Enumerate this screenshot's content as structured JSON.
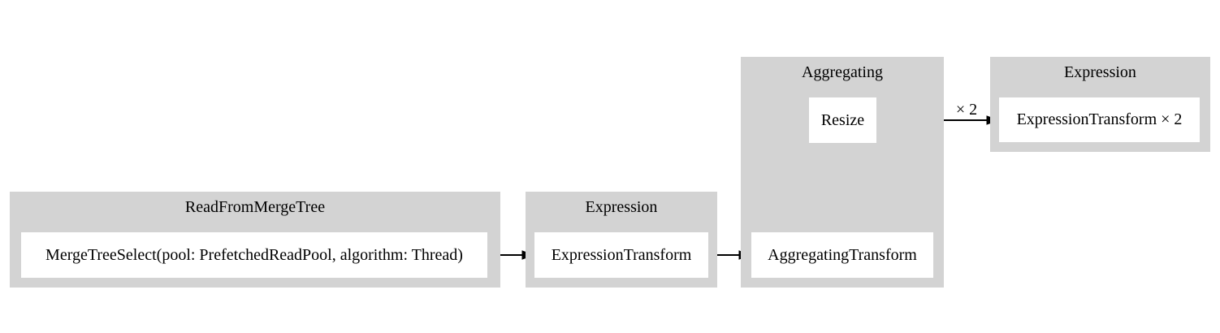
{
  "colors": {
    "background": "#ffffff",
    "cluster_fill": "#d3d3d3",
    "node_fill": "#ffffff",
    "text": "#000000",
    "edge": "#000000"
  },
  "clusters": [
    {
      "title": "ReadFromMergeTree",
      "nodes": [
        {
          "label": "MergeTreeSelect(pool: PrefetchedReadPool, algorithm: Thread)"
        }
      ]
    },
    {
      "title": "Expression",
      "nodes": [
        {
          "label": "ExpressionTransform"
        }
      ]
    },
    {
      "title": "Aggregating",
      "nodes": [
        {
          "label": "Resize"
        },
        {
          "label": "AggregatingTransform"
        }
      ]
    },
    {
      "title": "Expression",
      "nodes": [
        {
          "label": "ExpressionTransform × 2"
        }
      ]
    }
  ],
  "edges": [
    {
      "from": "MergeTreeSelect(pool: PrefetchedReadPool, algorithm: Thread)",
      "to": "ExpressionTransform",
      "label": ""
    },
    {
      "from": "ExpressionTransform",
      "to": "AggregatingTransform",
      "label": ""
    },
    {
      "from": "AggregatingTransform",
      "to": "Resize",
      "label": ""
    },
    {
      "from": "Resize",
      "to": "ExpressionTransform × 2",
      "label": "× 2"
    }
  ]
}
